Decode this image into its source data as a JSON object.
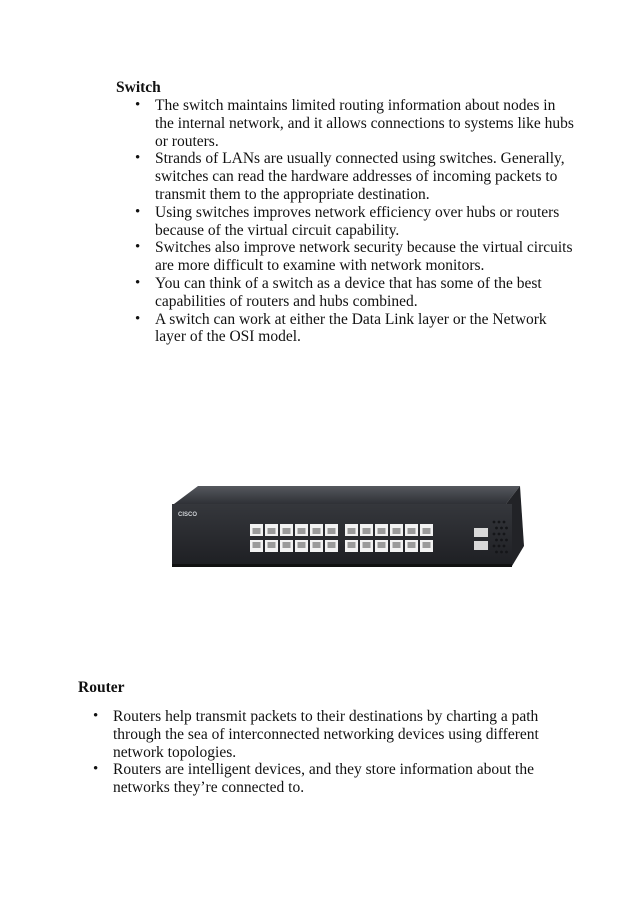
{
  "switch_section": {
    "title": "Switch",
    "bullets": [
      "The switch maintains limited routing information about nodes in the internal network, and it allows connections to systems like hubs or routers.",
      "Strands of LANs are usually connected using switches. Generally, switches can read the hardware addresses of incoming packets to transmit them to the appropriate destination.",
      "Using switches improves network efficiency over hubs or routers because of the virtual circuit capability.",
      "Switches also improve network security because the virtual circuits are more difficult to examine with network monitors.",
      "You can think of a switch as a device that has some of the best capabilities of routers and hubs combined.",
      "A switch can work at either the Data Link layer or the Network layer of the OSI model."
    ]
  },
  "switch_image": {
    "brand_logo": "CISCO",
    "colors": {
      "chassis": "#2b2d31",
      "port": "#f2f2f2",
      "port_shadow": "#9a9a9a"
    }
  },
  "router_section": {
    "title": "Router",
    "bullets": [
      "Routers help transmit packets to their destinations by charting a path through the sea of interconnected networking devices using different network topologies.",
      "Routers are intelligent devices, and they store information about the networks they’re connected to."
    ]
  }
}
